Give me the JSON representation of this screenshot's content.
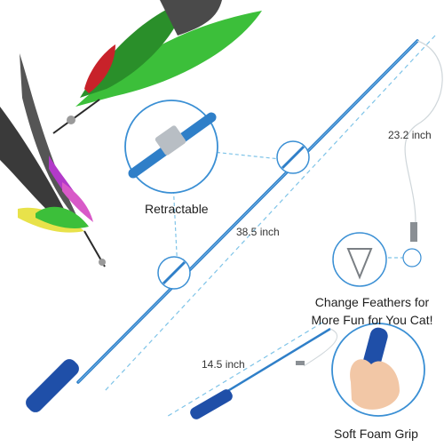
{
  "labels": {
    "retractable": "Retractable",
    "length_full": "38.5 inch",
    "length_string": "23.2 inch",
    "length_short": "14.5 inch",
    "change_feathers_line1": "Change Feathers for",
    "change_feathers_line2": "More Fun for You Cat!",
    "soft_foam_grip": "Soft Foam Grip"
  },
  "colors": {
    "rod": "#2f7fc8",
    "handle": "#1f4fa8",
    "callout_circle": "#3a8fd4",
    "dashed_line": "#7fc4e8",
    "feather_green": "#3cbf3a",
    "feather_red": "#c8222a",
    "feather_yellow": "#e8e24a",
    "feather_purple": "#b23ac9"
  }
}
